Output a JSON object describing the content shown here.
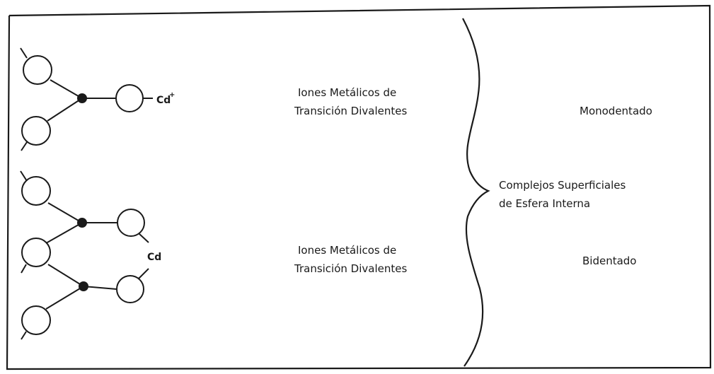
{
  "diagram": {
    "structures": [
      {
        "metal": "Cd",
        "charge": "+"
      },
      {
        "metal": "Cd",
        "charge": ""
      }
    ],
    "ion_labels": [
      {
        "line1": "Iones Metálicos de",
        "line2": "Transición Divalentes"
      },
      {
        "line1": "Iones Metálicos de",
        "line2": "Transición Divalentes"
      }
    ],
    "complex_label": {
      "line1": "Complejos Superficiales",
      "line2": "de Esfera Interna"
    },
    "modes": {
      "monodentate": "Monodentado",
      "bidentate": "Bidentado"
    }
  }
}
